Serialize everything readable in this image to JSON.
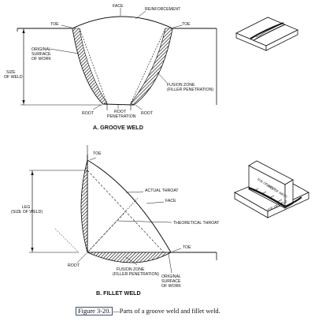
{
  "groove_weld": {
    "title": "A.  GROOVE WELD",
    "labels": {
      "face": "FACE",
      "reinforcement": "REINFORCEMENT",
      "toe_left": "TOE",
      "toe_right": "TOE",
      "original_surface": [
        "ORIGINAL",
        "SURFACE",
        "OF WORK"
      ],
      "size_of_weld": [
        "SIZE",
        "OF WELD"
      ],
      "fusion_zone": [
        "FUSION ZONE",
        "(FILLER PENETRATION)"
      ],
      "root_left": "ROOT",
      "root_penetration": [
        "ROOT",
        "PENETRATION"
      ],
      "root_right": "ROOT"
    }
  },
  "fillet_weld": {
    "title": "B.  FILLET WELD",
    "labels": {
      "toe_top": "TOE",
      "actual_throat": "ACTUAL THROAT",
      "face": "FACE",
      "leg": [
        "LEG",
        "(SIZE OF WELD)"
      ],
      "theoretical_throat": "THEORETICAL THROAT",
      "toe_right": "TOE",
      "root": "ROOT",
      "fusion_zone": [
        "FUSION ZONE",
        "(FILLER PENETRATION)"
      ],
      "original_surface": [
        "ORIGINAL",
        "SURFACE",
        "OF WORK"
      ]
    },
    "inset_labels": [
      "TOE OF WELD",
      "FACE OF WELD",
      "TOE OF WELD"
    ]
  },
  "caption": {
    "figure": "Figure 3-20.",
    "text": "—Parts of a groove weld and fillet weld."
  }
}
